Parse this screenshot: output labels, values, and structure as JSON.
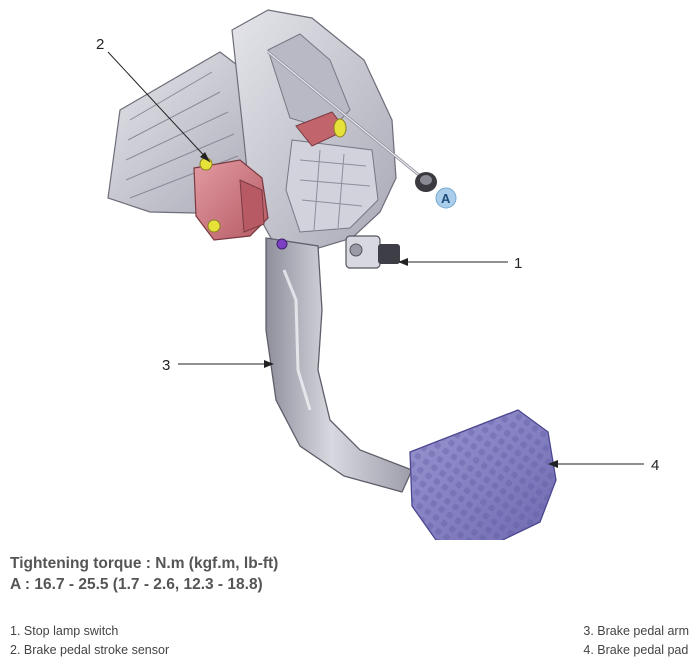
{
  "callouts": {
    "c1": "1",
    "c2": "2",
    "c3": "3",
    "c4": "4",
    "cA": "A"
  },
  "torque": {
    "heading": "Tightening torque : N.m (kgf.m, lb-ft)",
    "value_a": "A : 16.7 - 25.5 (1.7 - 2.6, 12.3 - 18.8)"
  },
  "legend": {
    "items": [
      "1. Stop lamp switch",
      "2. Brake pedal stroke sensor",
      "3. Brake pedal arm",
      "4. Brake pedal pad"
    ]
  },
  "colors": {
    "housing": "#c9c9d3",
    "sensor": "#d07a82",
    "pad": "#8a86c6",
    "bolt": "#e6e23a",
    "callout_a": "#a9cdea"
  }
}
